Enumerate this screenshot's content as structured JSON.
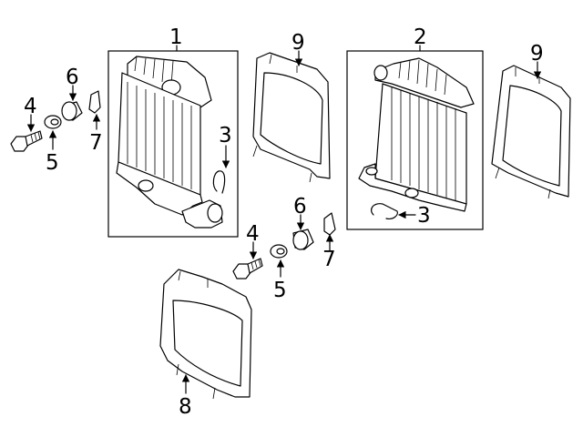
{
  "callouts": [
    {
      "id": "c1",
      "text": "1"
    },
    {
      "id": "c2",
      "text": "2"
    },
    {
      "id": "c3a",
      "text": "3"
    },
    {
      "id": "c3b",
      "text": "3"
    },
    {
      "id": "c4a",
      "text": "4"
    },
    {
      "id": "c4b",
      "text": "4"
    },
    {
      "id": "c5a",
      "text": "5"
    },
    {
      "id": "c5b",
      "text": "5"
    },
    {
      "id": "c6a",
      "text": "6"
    },
    {
      "id": "c6b",
      "text": "6"
    },
    {
      "id": "c7a",
      "text": "7"
    },
    {
      "id": "c7b",
      "text": "7"
    },
    {
      "id": "c8",
      "text": "8"
    },
    {
      "id": "c9a",
      "text": "9"
    },
    {
      "id": "c9b",
      "text": "9"
    }
  ]
}
